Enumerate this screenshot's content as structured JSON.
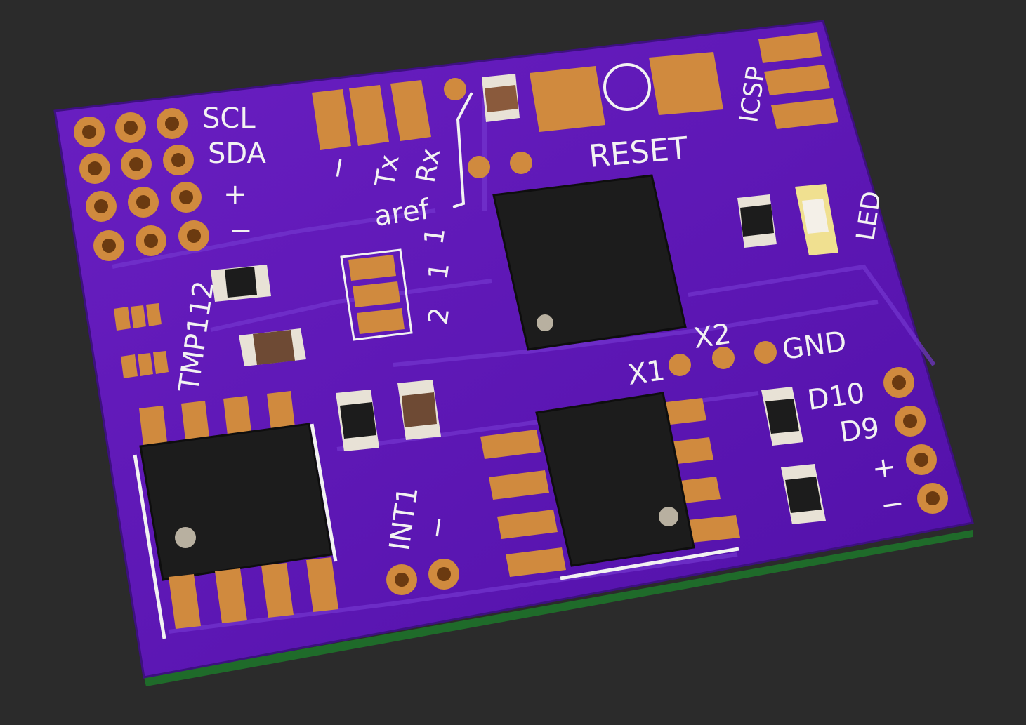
{
  "colors": {
    "background": "#2b2b2b",
    "board": "#5b16b0",
    "board_edge": "#3d1080",
    "board_side": "#1f6b2a",
    "copper": "#d08a3e",
    "silkscreen": "#f2f2f2",
    "chip": "#1c1c1c",
    "trace": "#6a2bc4"
  },
  "labels": {
    "scl": "SCL",
    "sda": "SDA",
    "plus_left": "+",
    "minus_left": "−",
    "tmp112": "TMP112",
    "dash_left": "−",
    "tx": "Tx",
    "rx": "Rx",
    "aref": "aref",
    "reset": "RESET",
    "icsp": "ICSP",
    "led": "LED",
    "jumper_2": "2",
    "jumper_1a": "1",
    "jumper_1b": "1",
    "x2": "X2",
    "x1": "X1",
    "gnd": "GND",
    "d10": "D10",
    "d9": "D9",
    "plus_right": "+",
    "minus_right": "−",
    "int1": "INT1",
    "minus_bottom": "−"
  }
}
